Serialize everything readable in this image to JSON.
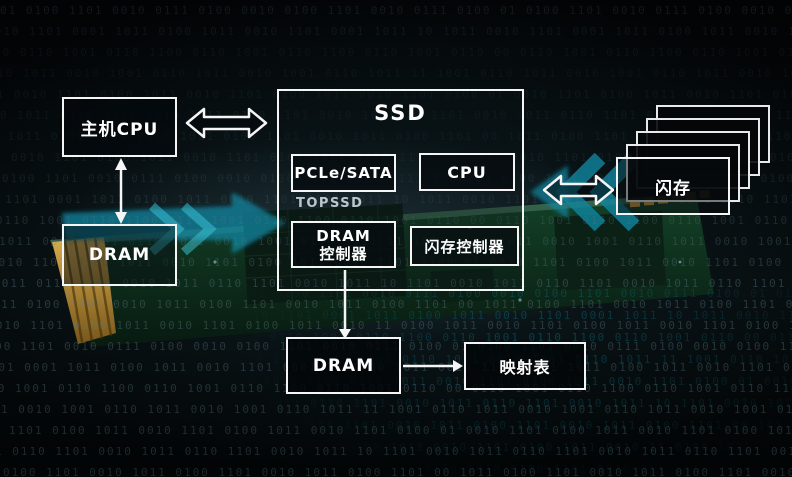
{
  "nodes": {
    "host_cpu": {
      "label": "主机CPU"
    },
    "dram_host": {
      "label": "DRAM"
    },
    "ssd": {
      "label": "SSD"
    },
    "pcie_sata": {
      "label": "PCLe/SATA"
    },
    "cpu": {
      "label": "CPU"
    },
    "dram_controller": {
      "line1": "DRAM",
      "line2": "控制器"
    },
    "flash_controller": {
      "label": "闪存控制器"
    },
    "flash_memory": {
      "label": "闪存"
    },
    "dram_cache": {
      "label": "DRAM"
    },
    "mapping_table": {
      "label": "映射表"
    }
  },
  "watermark": {
    "text": "TOPSSD"
  },
  "colors": {
    "box_border": "#f5f5f5",
    "accent_teal": "#1086a0",
    "accent_teal_bright": "#3cc8dc",
    "pcb_green": "#123f28",
    "gold": "#c79a3e",
    "background": "#04080a"
  },
  "background": {
    "binary_lines": [
      "01 0100 1101 0010 0111 0100 0010 0100 1101 0010 0111 0100",
      "10 1011 0010 1101 0001 1011 0100 1011 0010 1101 0001 1011",
      "00 0110 1001 0110 1100 0110 1001 0110 1100 0110 1001 0110",
      "11 1001 0110 1011 0010 1001 0110 1011 0010 1001 0110 1011",
      "01 0010 1101 0100 1011 0010 1101 0100 1011 0010 1101 0100",
      "10 1101 0010 1011 0110 1101 0010 1011 0110 1101 0010 1011",
      "00 1011 0100 1101 0010 1011 0100 1101 0010 1011 0100 1101",
      "11 0100 1011 0010 1101 0100 1011 0010 1101 0100 1011 0010"
    ]
  }
}
